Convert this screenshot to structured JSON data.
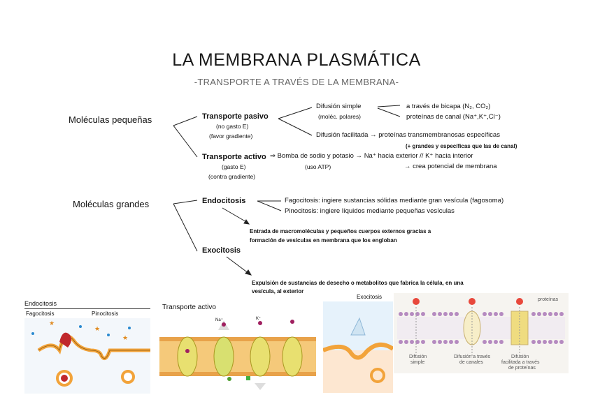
{
  "header": {
    "title": "LA MEMBRANA PLASMÁTICA",
    "subtitle": "-TRANSPORTE A TRAVÉS DE LA MEMBRANA-"
  },
  "small": {
    "heading": "Moléculas pequeñas",
    "passive": {
      "label": "Transporte pasivo",
      "note1": "(no gasto E)",
      "note2": "(favor gradiente)",
      "simple": "Difusión simple",
      "simple_note": "(moléc. polares)",
      "bilayer": "a través de bicapa (N₂, CO₂)",
      "channel": "proteínas de canal (Na⁺,K⁺,Cl⁻)",
      "facilitated": "Difusión facilitada → proteínas transmembranosas específicas",
      "facilitated_note": "(+ grandes y específicas que las de canal)"
    },
    "active": {
      "label": "Transporte activo",
      "desc": "⇒ Bomba de sodio y potasio → Na⁺ hacia exterior // K⁺ hacia interior",
      "note1": "(gasto E)",
      "note2": "(contra gradiente)",
      "atp": "(uso ATP)",
      "result": "→ crea potencial de membrana"
    }
  },
  "large": {
    "heading": "Moléculas grandes",
    "endo": {
      "label": "Endocitosis",
      "fago": "Fagocitosis: ingiere sustancias sólidas mediante gran vesícula (fagosoma)",
      "pino": "Pinocitosis: ingiere líquidos mediante pequeñas vesículas",
      "desc1": "Entrada de macromoléculas y pequeños cuerpos externos gracias a",
      "desc2": "formación de vesículas en membrana que los engloban"
    },
    "exo": {
      "label": "Exocitosis",
      "desc1": "Expulsión de sustancias de desecho o metabolitos que fabrica la célula, en una",
      "desc2": "vesícula, al exterior"
    }
  },
  "images": {
    "endo": {
      "title": "Endocitosis",
      "fago": "Fagocitosis",
      "pino": "Pinocitosis"
    },
    "active": {
      "title": "Transporte activo",
      "na": "Na⁺",
      "k": "K⁺"
    },
    "exo": {
      "title": "Exocitosis"
    },
    "passive": {
      "proteins": "proteínas",
      "c1a": "Difusión",
      "c1b": "simple",
      "c2a": "Difusión a través",
      "c2b": "de canales",
      "c3a": "Difusión",
      "c3b": "facilitada a través",
      "c3c": "de proteínas"
    }
  },
  "colors": {
    "text": "#111111",
    "subtitle": "#666666",
    "membrane": "#f0a040",
    "protein": "#e8d88a"
  }
}
